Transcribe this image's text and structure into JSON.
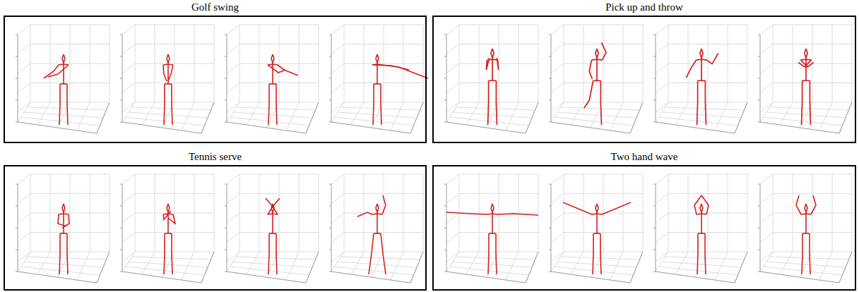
{
  "diagram": {
    "nodes": [
      {
        "text": [
          "Golf swing"
        ]
      },
      {
        "text": [
          "Pick up and throw"
        ]
      },
      {
        "text": [
          "Tennis serve"
        ]
      },
      {
        "text": [
          "Two hand wave"
        ]
      }
    ]
  }
}
